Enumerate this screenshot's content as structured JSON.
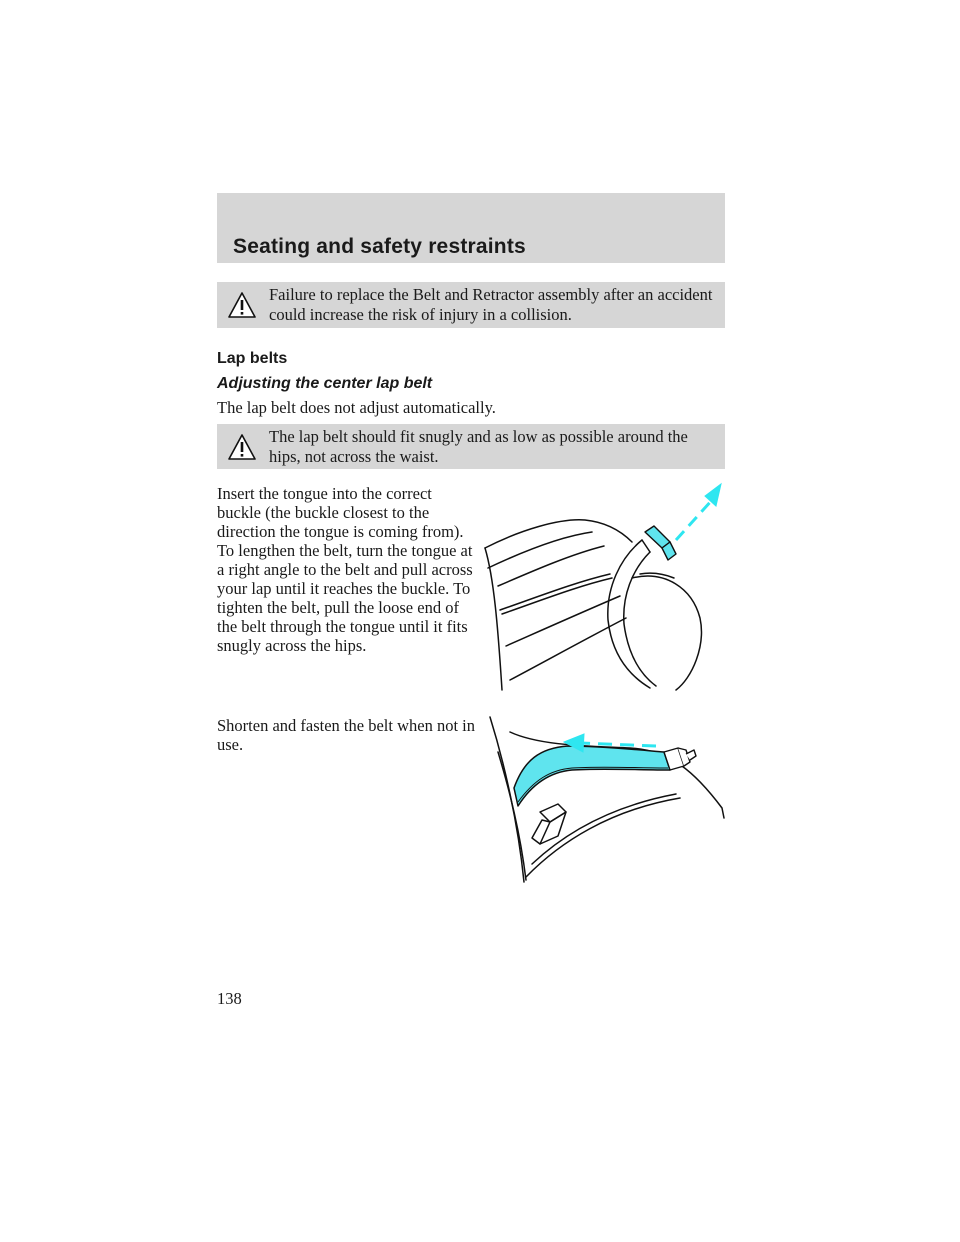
{
  "header": {
    "title": "Seating and safety restraints"
  },
  "warnings": [
    {
      "text": "Failure to replace the Belt and Retractor assembly after an accident could increase the risk of injury in a collision."
    },
    {
      "text": "The lap belt should fit snugly and as low as possible around the hips, not across the waist."
    }
  ],
  "sections": {
    "lap_belts": "Lap belts",
    "adjusting_center": "Adjusting the center lap belt"
  },
  "paragraphs": {
    "no_auto_adjust": "The lap belt does not adjust automatically.",
    "insert_tongue": "Insert the tongue into the correct buckle (the buckle closest to the direction the tongue is coming from). To lengthen the belt, turn the tongue at a right angle to the belt and pull across your lap until it reaches the buckle. To tighten the belt, pull the loose end of the belt through the tongue until it fits snugly across the hips.",
    "shorten": "Shorten and fasten the belt when not in use."
  },
  "footer": {
    "page_number": "138"
  },
  "colors": {
    "header_gray": "#d6d6d6",
    "belt_cyan": "#5fe4ee",
    "arrow_cyan": "#2ee6f0"
  },
  "icons": {
    "warning": "warning-triangle-icon"
  }
}
